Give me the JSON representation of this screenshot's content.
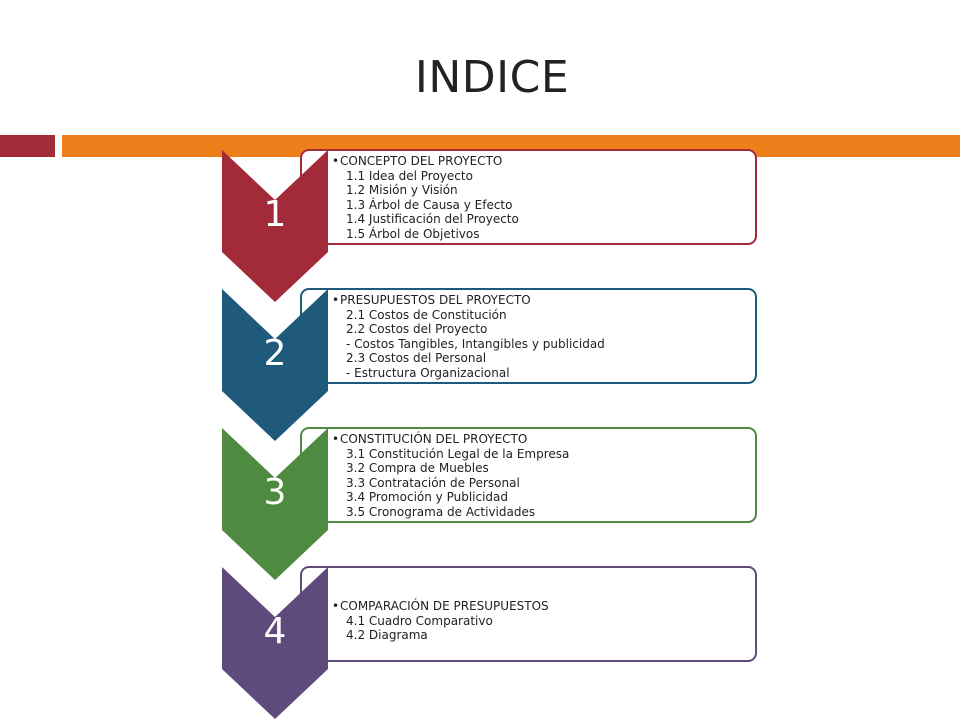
{
  "slide": {
    "title": "INDICE"
  },
  "colors": {
    "red": "#a32a38",
    "orange": "#ef7f1a",
    "blue": "#1f5a7c",
    "green": "#4e8a40",
    "purple": "#5f4a7c"
  },
  "steps": [
    {
      "number": "1",
      "heading": "CONCEPTO DEL PROYECTO",
      "items": [
        "1.1 Idea del Proyecto",
        "1.2 Misión y Visión",
        "1.3 Árbol de Causa y Efecto",
        "1.4 Justificación del Proyecto",
        "1.5 Árbol de Objetivos"
      ]
    },
    {
      "number": "2",
      "heading": "PRESUPUESTOS DEL PROYECTO",
      "items": [
        "2.1 Costos de Constitución",
        "2.2 Costos del Proyecto",
        "- Costos Tangibles, Intangibles y publicidad",
        "2.3 Costos del Personal",
        "- Estructura Organizacional"
      ]
    },
    {
      "number": "3",
      "heading": "CONSTITUCIÓN DEL PROYECTO",
      "items": [
        "3.1 Constitución Legal de la Empresa",
        "3.2 Compra de Muebles",
        "3.3 Contratación de Personal",
        "3.4 Promoción y Publicidad",
        "3.5 Cronograma de Actividades"
      ]
    },
    {
      "number": "4",
      "heading": "COMPARACIÓN DE PRESUPUESTOS",
      "items": [
        "4.1 Cuadro Comparativo",
        "4.2 Diagrama"
      ]
    }
  ]
}
